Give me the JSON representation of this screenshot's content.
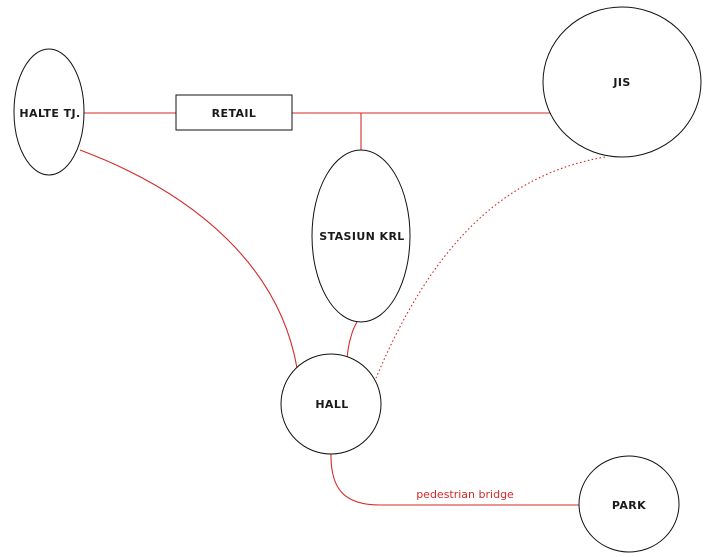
{
  "nodes": {
    "halte": {
      "label": "HALTE TJ."
    },
    "retail": {
      "label": "RETAIL"
    },
    "jis": {
      "label": "JIS"
    },
    "stasiun": {
      "label": "STASIUN KRL"
    },
    "hall": {
      "label": "HALL"
    },
    "park": {
      "label": "PARK"
    }
  },
  "edges": {
    "hall_park": {
      "label": "pedestrian bridge"
    }
  },
  "colors": {
    "edge": "#d42a2a",
    "node_stroke": "#111111",
    "label": "#1a1a1a"
  }
}
